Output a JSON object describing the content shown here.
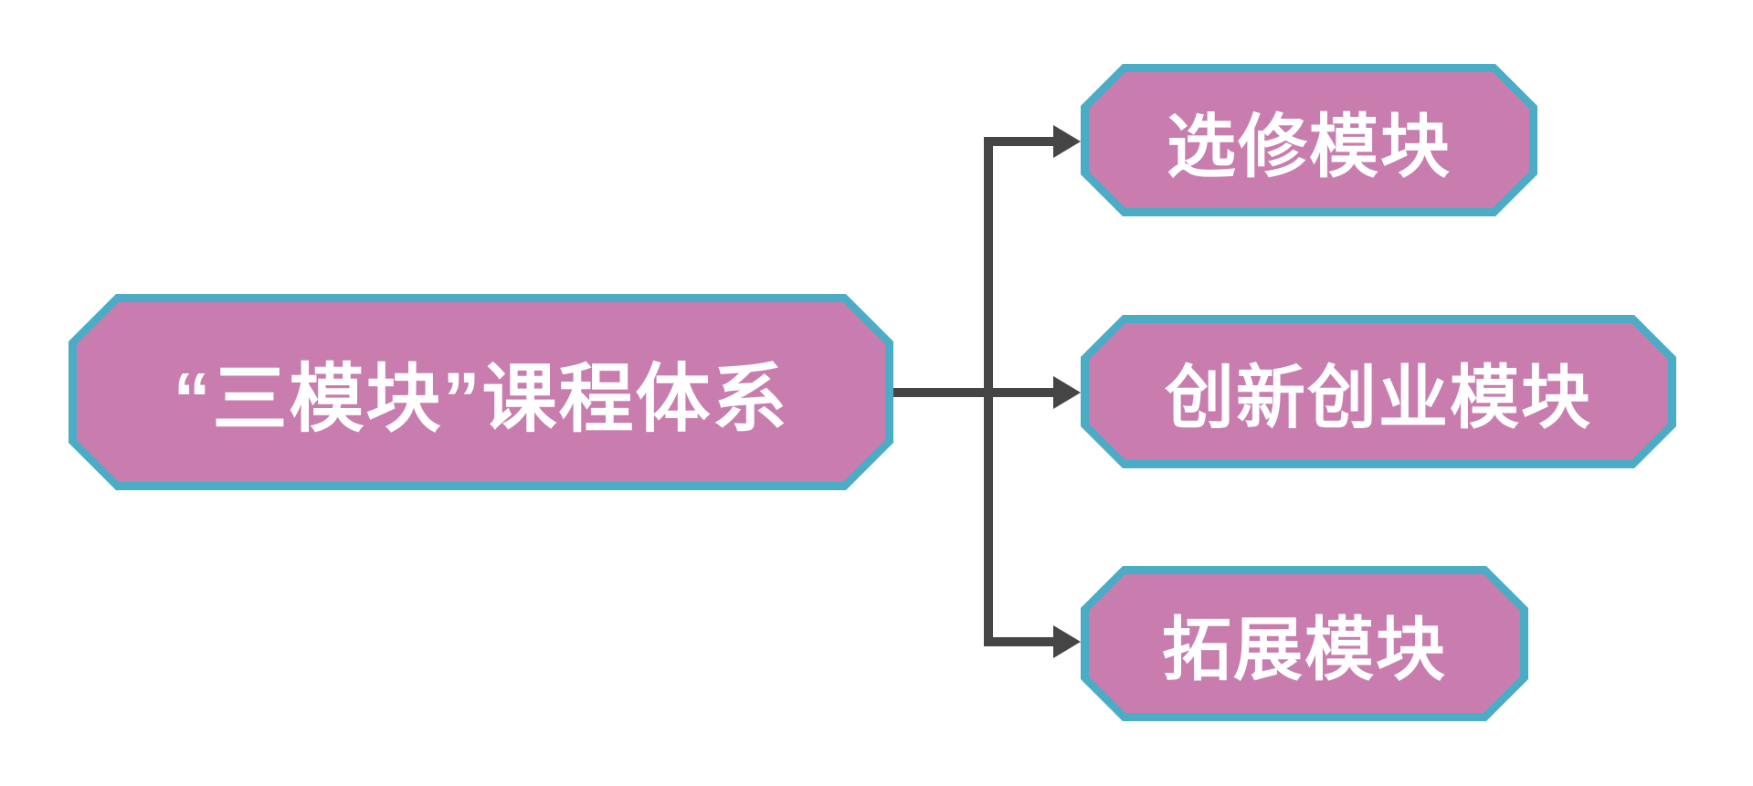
{
  "diagram": {
    "type": "flowchart",
    "direction": "left-to-right",
    "root": {
      "label": "“三模块”课程体系"
    },
    "children": [
      {
        "label": "选修模块"
      },
      {
        "label": "创新创业模块"
      },
      {
        "label": "拓展模块"
      }
    ]
  },
  "colors": {
    "background": "#ffffff",
    "box_fill": "#C87DAE",
    "box_border": "#4BACC6",
    "arrow": "#454545",
    "text": "#ffffff"
  }
}
